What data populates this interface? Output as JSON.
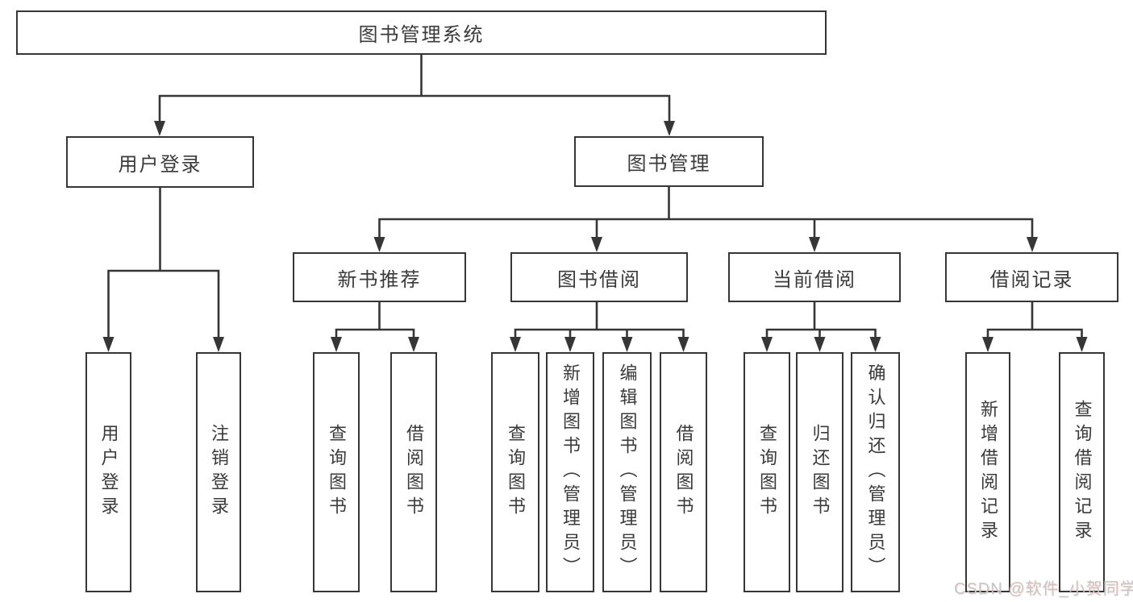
{
  "colors": {
    "background": "#ffffff",
    "line": "#363636",
    "box_border": "#363636",
    "text": "#3a3a3a",
    "watermark": "#c6c6c6"
  },
  "watermark": {
    "text": "CSDN @软件_小贺同学"
  },
  "tree": {
    "root": {
      "label": "图书管理系统"
    },
    "branches": [
      {
        "label": "用户登录",
        "children": [
          {
            "label": "用户登录"
          },
          {
            "label": "注销登录"
          }
        ]
      },
      {
        "label": "图书管理",
        "children": [
          {
            "label": "新书推荐",
            "children": [
              {
                "label": "查询图书"
              },
              {
                "label": "借阅图书"
              }
            ]
          },
          {
            "label": "图书借阅",
            "children": [
              {
                "label": "查询图书"
              },
              {
                "label": "新增图书（管理员）"
              },
              {
                "label": "编辑图书（管理员）"
              },
              {
                "label": "借阅图书"
              }
            ]
          },
          {
            "label": "当前借阅",
            "children": [
              {
                "label": "查询图书"
              },
              {
                "label": "归还图书"
              },
              {
                "label": "确认归还（管理员）"
              }
            ]
          },
          {
            "label": "借阅记录",
            "children": [
              {
                "label": "新增借阅记录"
              },
              {
                "label": "查询借阅记录"
              }
            ]
          }
        ]
      }
    ]
  }
}
